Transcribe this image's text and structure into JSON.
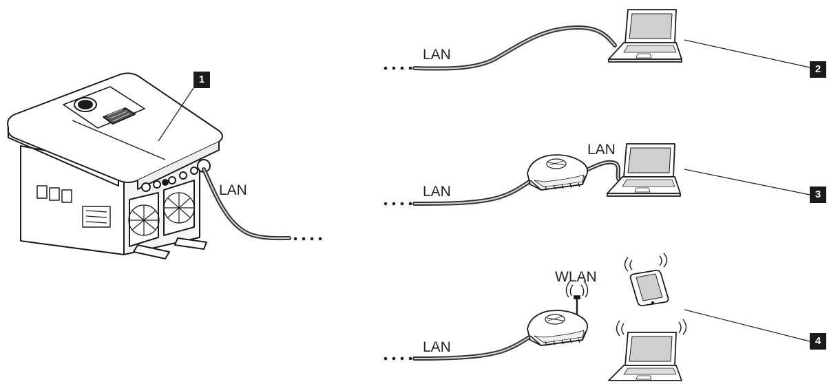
{
  "labels": {
    "inverter_lan": "LAN",
    "row1_lan": "LAN",
    "row2_lan_in": "LAN",
    "row2_lan_out": "LAN",
    "row3_wlan": "WLAN",
    "row3_lan": "LAN"
  },
  "badges": {
    "inverter": "1",
    "direct_laptop": "2",
    "router_lan": "3",
    "router_wlan": "4"
  },
  "icons": [
    "inverter-icon",
    "laptop-icon",
    "router-icon",
    "tablet-icon",
    "wifi-signal-icon"
  ],
  "colors": {
    "badge": "#1b1b1b",
    "cable": "#3a3a3a",
    "outline": "#1a1a1a"
  }
}
